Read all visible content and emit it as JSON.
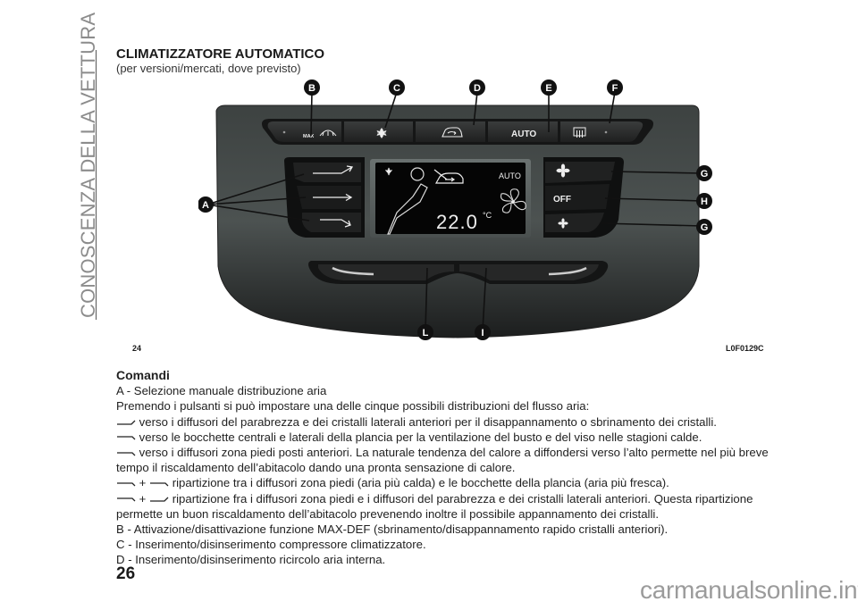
{
  "sidebar": {
    "section_title": "CONOSCENZA DELLA VETTURA"
  },
  "section": {
    "title": "CLIMATIZZATORE AUTOMATICO",
    "subtitle": "(per versioni/mercati, dove previsto)"
  },
  "figure": {
    "number": "24",
    "code": "L0F0129C",
    "callouts": [
      "A",
      "B",
      "C",
      "D",
      "E",
      "F",
      "G",
      "H",
      "G",
      "L",
      "I"
    ],
    "buttons": {
      "max_def": {
        "label": "MAX",
        "icon": "max-defrost-icon"
      },
      "ac": {
        "icon": "snowflake-icon"
      },
      "recirc": {
        "icon": "recirculation-icon"
      },
      "auto": {
        "label": "AUTO"
      },
      "rear_defrost": {
        "icon": "rear-defrost-icon"
      },
      "fan_off": {
        "label": "OFF"
      },
      "fan_up": {
        "icon": "fan-icon"
      },
      "fan_down": {
        "icon": "fan-small-icon"
      }
    },
    "display": {
      "temperature": "22.0",
      "unit": "°C",
      "mode": "AUTO",
      "icons": [
        "snowflake-icon",
        "seat-airflow-icon",
        "car-recirc-icon",
        "fan-icon"
      ]
    }
  },
  "content": {
    "heading": "Comandi",
    "item_a": "A - Selezione manuale distribuzione aria",
    "intro": "Premendo i pulsanti si può impostare una delle cinque possibili distribuzioni del flusso aria:",
    "modes": [
      "verso i diffusori del parabrezza e dei cristalli laterali anteriori per il disappannamento o sbrinamento dei cristalli.",
      "verso le bocchette centrali e laterali della plancia per la ventilazione del busto e del viso nelle stagioni calde.",
      "verso i diffusori zona piedi posti anteriori. La naturale tendenza del calore a diffondersi verso l’alto permette nel più breve tempo il riscaldamento dell’abitacolo dando una pronta sensazione di calore.",
      "ripartizione tra i diffusori zona piedi (aria più calda) e le bocchette della plancia (aria più fresca).",
      "ripartizione fra i diffusori zona piedi e i diffusori del parabrezza e dei cristalli laterali anteriori. Questa ripartizione permette un buon riscaldamento dell’abitacolo prevenendo inoltre il possibile appannamento dei cristalli."
    ],
    "plus": "+",
    "item_b": "B - Attivazione/disattivazione funzione MAX-DEF (sbrinamento/disappannamento rapido cristalli anteriori).",
    "item_c": "C - Inserimento/disinserimento compressore climatizzatore.",
    "item_d": "D - Inserimento/disinserimento ricircolo aria interna."
  },
  "page_number": "26",
  "watermark": "carmanualsonline.info"
}
